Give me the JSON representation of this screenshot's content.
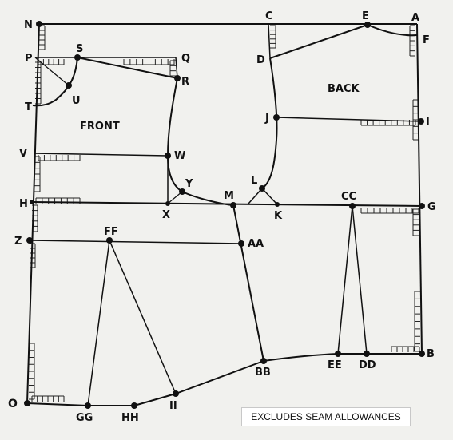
{
  "diagram": {
    "regions": {
      "front": "FRONT",
      "back": "BACK"
    },
    "caption": "EXCLUDES SEAM ALLOWANCES",
    "points": {
      "N": "N",
      "C": "C",
      "E": "E",
      "A": "A",
      "F": "F",
      "D": "D",
      "P": "P",
      "S": "S",
      "Q": "Q",
      "R": "R",
      "T": "T",
      "U": "U",
      "J": "J",
      "I": "I",
      "V": "V",
      "W": "W",
      "Y": "Y",
      "L": "L",
      "H": "H",
      "X": "X",
      "M": "M",
      "K": "K",
      "CC": "CC",
      "G": "G",
      "Z": "Z",
      "FF": "FF",
      "AA": "AA",
      "O": "O",
      "GG": "GG",
      "HH": "HH",
      "II": "II",
      "BB": "BB",
      "EE": "EE",
      "DD": "DD",
      "B": "B"
    }
  }
}
